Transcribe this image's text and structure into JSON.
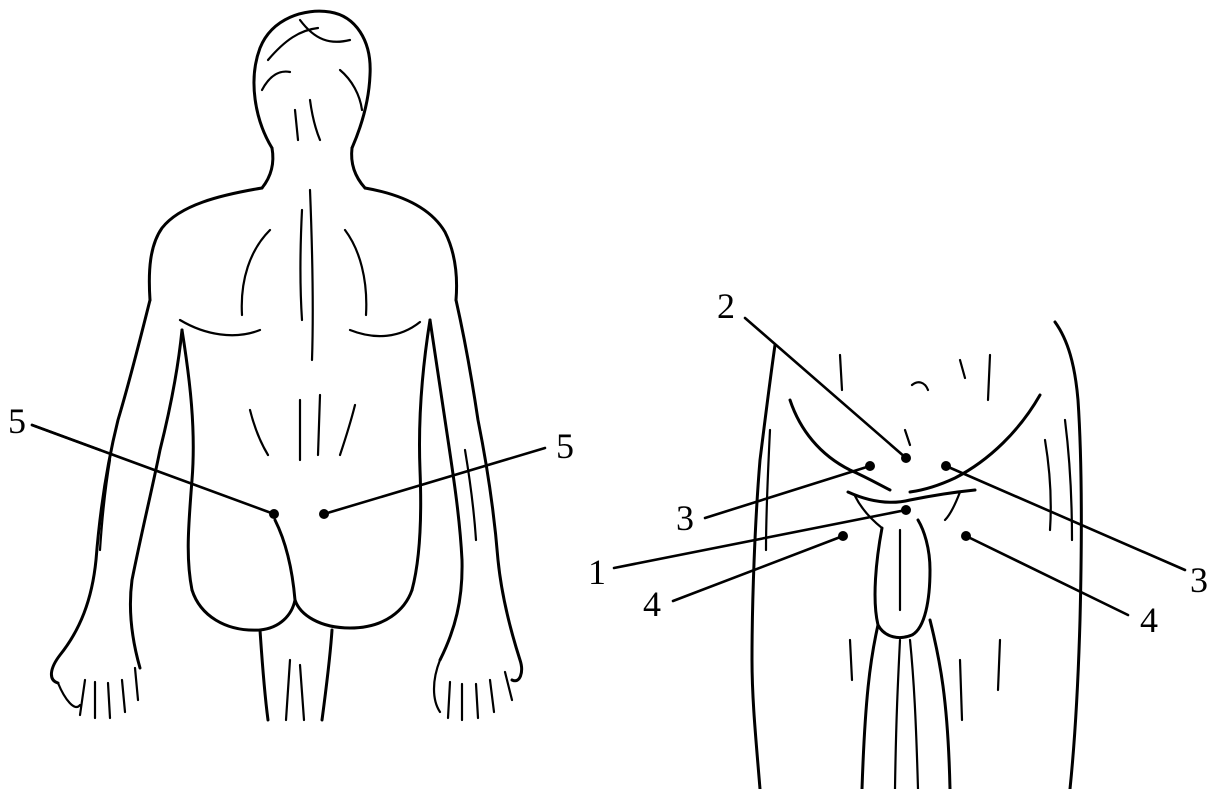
{
  "diagram": {
    "back_view": {
      "labels": [
        {
          "id": "back-left",
          "text": "5"
        },
        {
          "id": "back-right",
          "text": "5"
        }
      ]
    },
    "front_view": {
      "labels": [
        {
          "id": "front-2",
          "text": "2"
        },
        {
          "id": "front-3-left",
          "text": "3"
        },
        {
          "id": "front-3-right",
          "text": "3"
        },
        {
          "id": "front-1",
          "text": "1"
        },
        {
          "id": "front-4-left",
          "text": "4"
        },
        {
          "id": "front-4-right",
          "text": "4"
        }
      ]
    }
  }
}
